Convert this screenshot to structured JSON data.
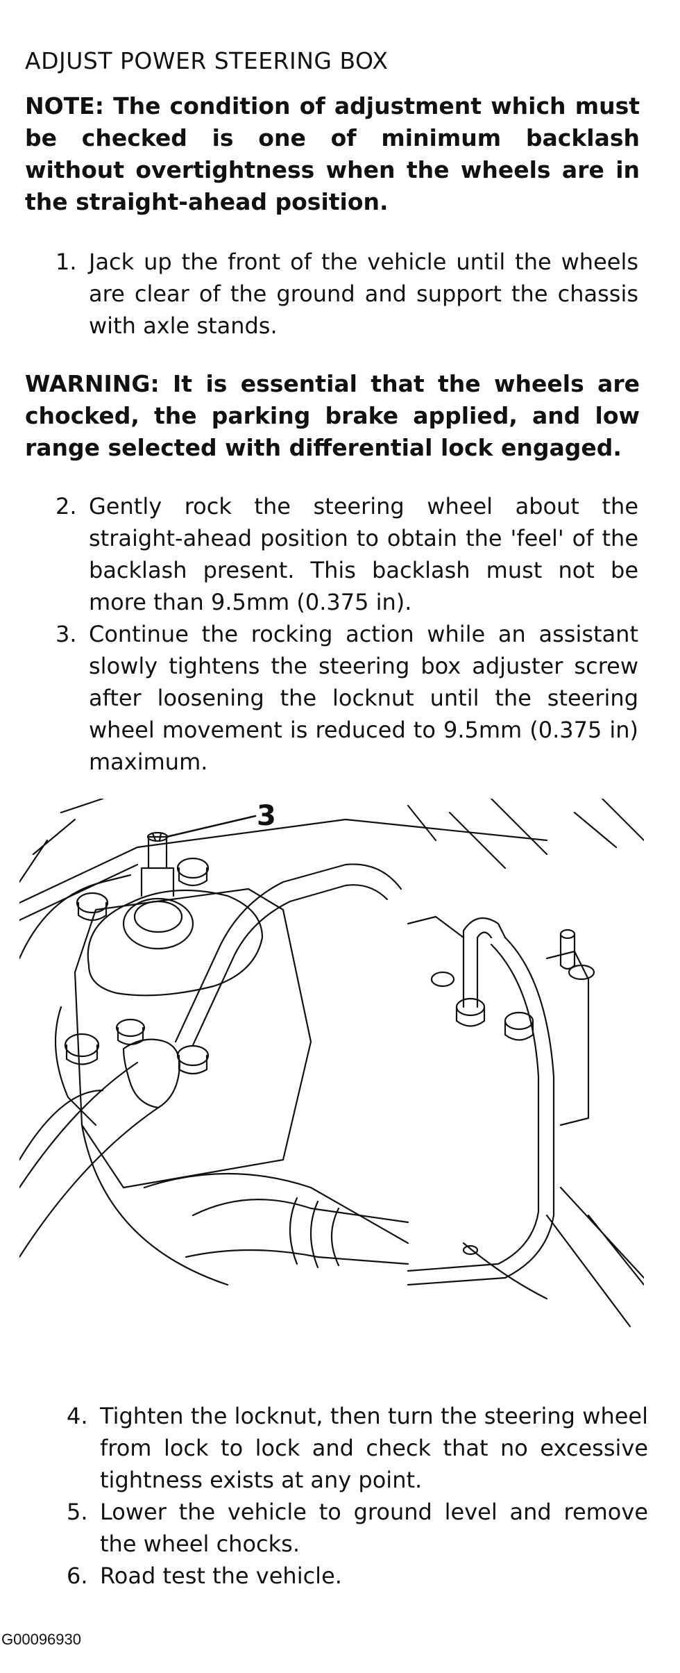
{
  "title": "ADJUST POWER STEERING BOX",
  "note": "NOTE: The condition of adjustment which must be checked is one of minimum backlash without overtightness when the wheels are in the straight-ahead position.",
  "steps_part1": [
    {
      "num": "1.",
      "text": "Jack up the front of the vehicle until the wheels are clear of the ground and support the chassis with axle stands."
    }
  ],
  "warning": "WARNING: It is essential that the wheels are chocked, the parking brake applied, and low range selected with differential lock engaged.",
  "steps_part2": [
    {
      "num": "2.",
      "text": "Gently rock the steering wheel about the straight-ahead position to obtain the 'feel' of the backlash present. This backlash must not be more than 9.5mm (0.375 in)."
    },
    {
      "num": "3.",
      "text": "Continue the rocking action while an assistant slowly tightens the steering box adjuster screw after loosening the locknut until the steering wheel movement is reduced to 9.5mm (0.375 in) maximum."
    }
  ],
  "figure": {
    "callout": "3"
  },
  "steps_part3": [
    {
      "num": "4.",
      "text": "Tighten the locknut, then turn the steering wheel from lock to lock and check that no excessive tightness exists at any point."
    },
    {
      "num": "5.",
      "text": "Lower the vehicle to ground level and remove the wheel chocks."
    },
    {
      "num": "6.",
      "text": "Road test the vehicle."
    }
  ],
  "doc_code": "G00096930"
}
